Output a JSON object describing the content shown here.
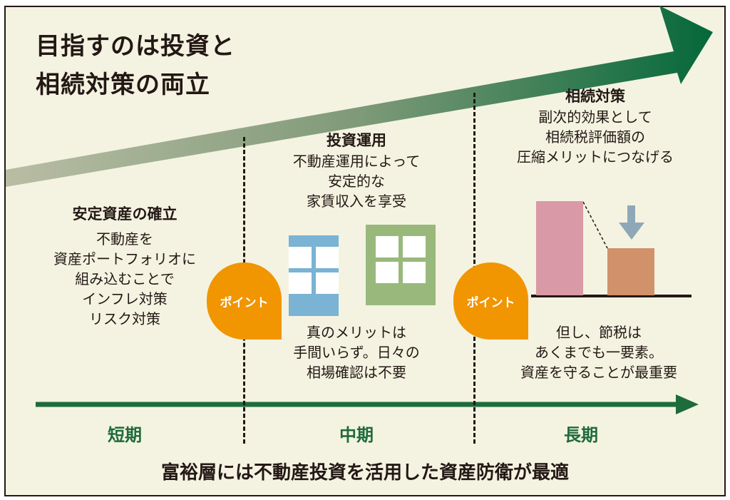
{
  "title": {
    "line1": "目指すのは投資と",
    "line2": "相続対策の両立"
  },
  "sections": [
    {
      "heading": "安定資産の確立",
      "lines": [
        "不動産を",
        "資産ポートフォリオに",
        "組み込むことで",
        "インフレ対策",
        "リスク対策"
      ],
      "term": "短期"
    },
    {
      "heading": "投資運用",
      "lines": [
        "不動産運用によって",
        "安定的な",
        "家賃収入を享受"
      ],
      "point_lines": [
        "真のメリットは",
        "手間いらず。日々の",
        "相場確認は不要"
      ],
      "term": "中期"
    },
    {
      "heading": "相続対策",
      "lines": [
        "副次的効果として",
        "相続税評価額の",
        "圧縮メリットにつなげる"
      ],
      "point_lines": [
        "但し、節税は",
        "あくまでも一要素。",
        "資産を守ることが最重要"
      ],
      "term": "長期"
    }
  ],
  "badge_label": "ポイント",
  "footer": "富裕層には不動産投資を活用した資産防衛が最適",
  "colors": {
    "bg": "#f4f3e1",
    "green": "#0b6b3a",
    "orange": "#f19500",
    "blue_building": "#7ab3d3",
    "green_building": "#99b97c",
    "pink_bar": "#d999a6",
    "orange_bar": "#d1916b",
    "down_arrow": "#8fa8b8"
  },
  "icons": [
    "growth-arrow",
    "building-icon",
    "bar-chart-icon",
    "down-arrow-icon",
    "timeline-arrow"
  ]
}
